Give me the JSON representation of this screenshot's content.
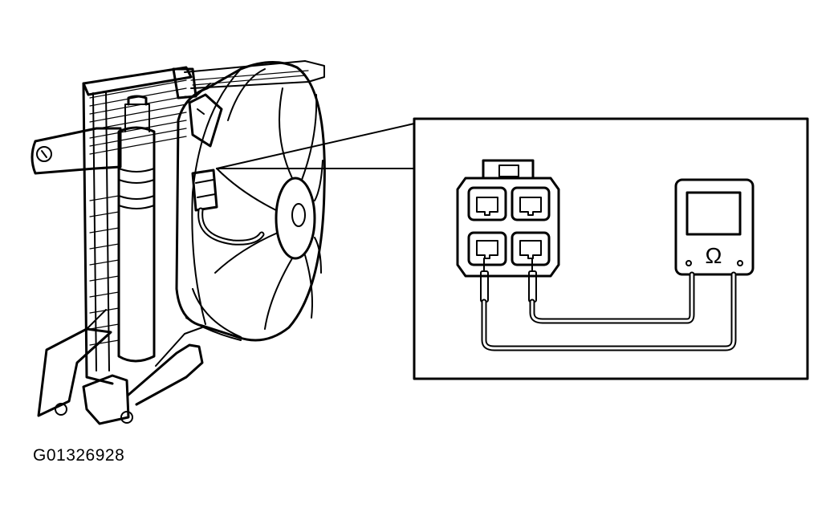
{
  "figure_id": "G01326928",
  "meter_symbol": "Ω",
  "icons": [
    "radiator-fan-assembly-drawing",
    "connector-4-pin-drawing",
    "ohmmeter-drawing"
  ],
  "colors": {
    "ink": "#000000",
    "paper": "#ffffff"
  }
}
